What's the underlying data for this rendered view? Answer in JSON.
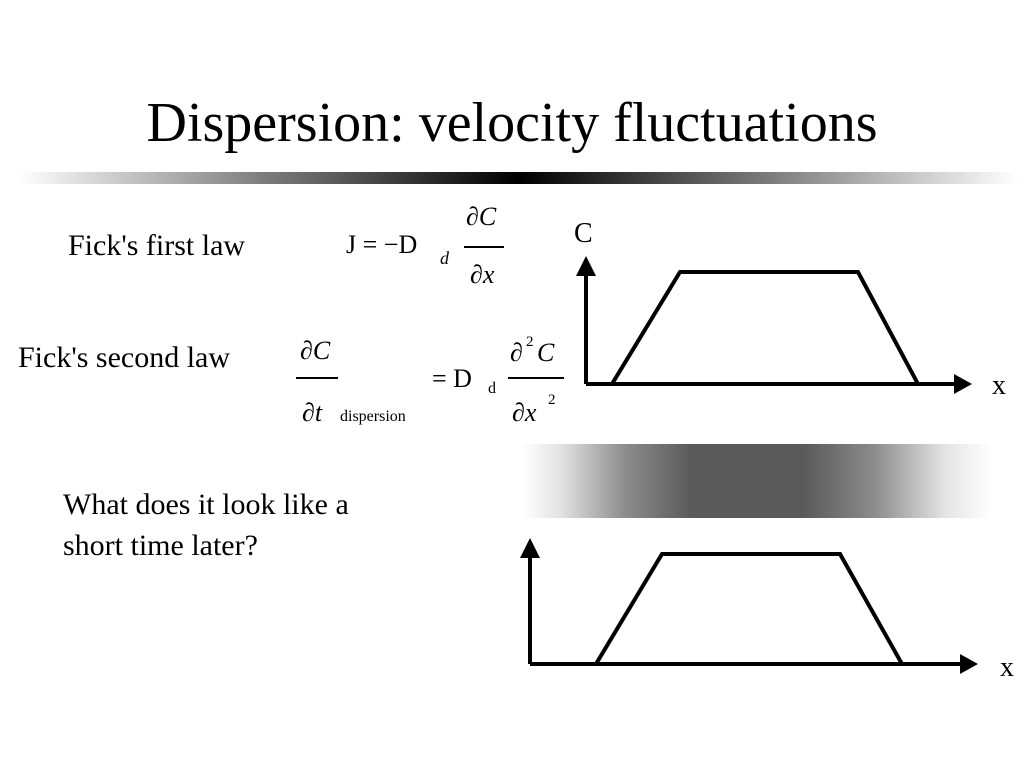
{
  "slide": {
    "title": "Dispersion: velocity fluctuations"
  },
  "fick1": {
    "label": "Fick's first law",
    "eq_lhs": "J = −D",
    "eq_sub": "d",
    "num": "∂C",
    "den": "∂x"
  },
  "fick2": {
    "label": "Fick's second law",
    "lhs_num": "∂C",
    "lhs_den": "∂t",
    "lhs_sub": "dispersion",
    "rhs": "= D",
    "rhs_sub": "d",
    "rhs_num_d": "∂",
    "rhs_num_exp": "2",
    "rhs_num_c": "C",
    "rhs_den_d": "∂x",
    "rhs_den_exp": "2"
  },
  "question": {
    "text": "What does it look like a short time later?"
  },
  "plot_top": {
    "y_label": "C",
    "x_label": "x"
  },
  "plot_bottom": {
    "x_label": "x"
  }
}
